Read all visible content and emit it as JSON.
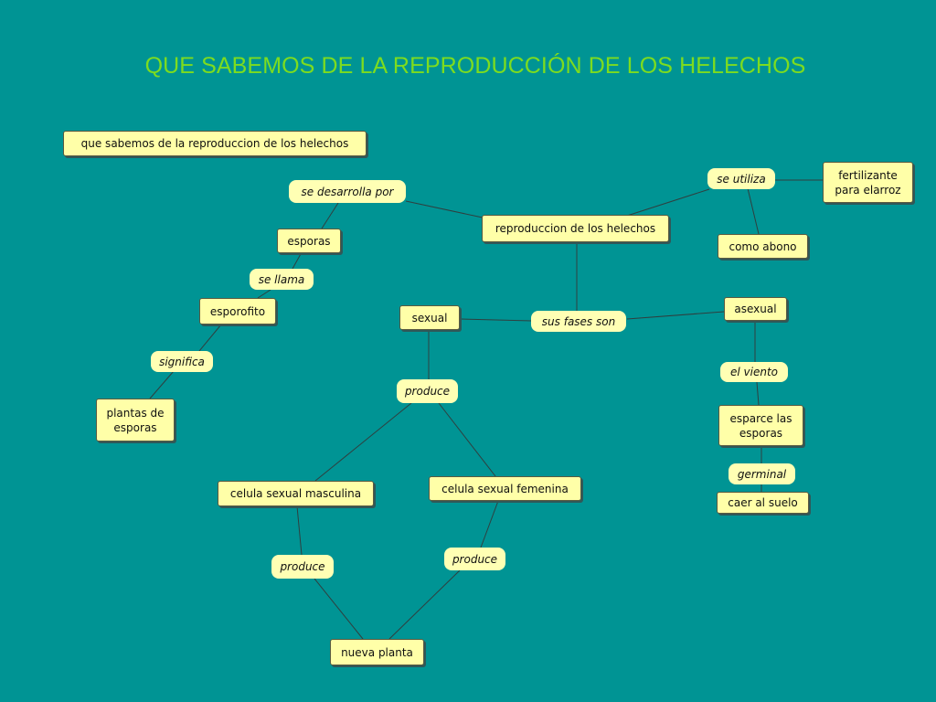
{
  "title": "QUE SABEMOS DE LA REPRODUCCIÓN DE LOS HELECHOS",
  "colors": {
    "background": "#009494",
    "title": "#7ddc1f",
    "node_fill": "#ffffa8",
    "connector": "#2f3f3f"
  },
  "nodes": {
    "root_label": "que sabemos de la reproduccion de los helechos",
    "se_desarrolla_por": "se desarrolla por",
    "reproduccion": "reproduccion de los helechos",
    "se_utiliza": "se utiliza",
    "fertilizante": "fertilizante\npara elarroz",
    "como_abono": "como abono",
    "esporas": "esporas",
    "se_llama": "se llama",
    "esporofito": "esporofito",
    "significa": "significa",
    "plantas_de_esporas": "plantas de\nesporas",
    "sexual": "sexual",
    "sus_fases_son": "sus fases son",
    "asexual": "asexual",
    "el_viento": "el viento",
    "esparce": "esparce las\nesporas",
    "germinal": "germinal",
    "caer_al_suelo": "caer al suelo",
    "produce_1": "produce",
    "celula_masculina": "celula sexual masculina",
    "celula_femenina": "celula sexual femenina",
    "produce_2": "produce",
    "produce_3": "produce",
    "nueva_planta": "nueva planta"
  }
}
